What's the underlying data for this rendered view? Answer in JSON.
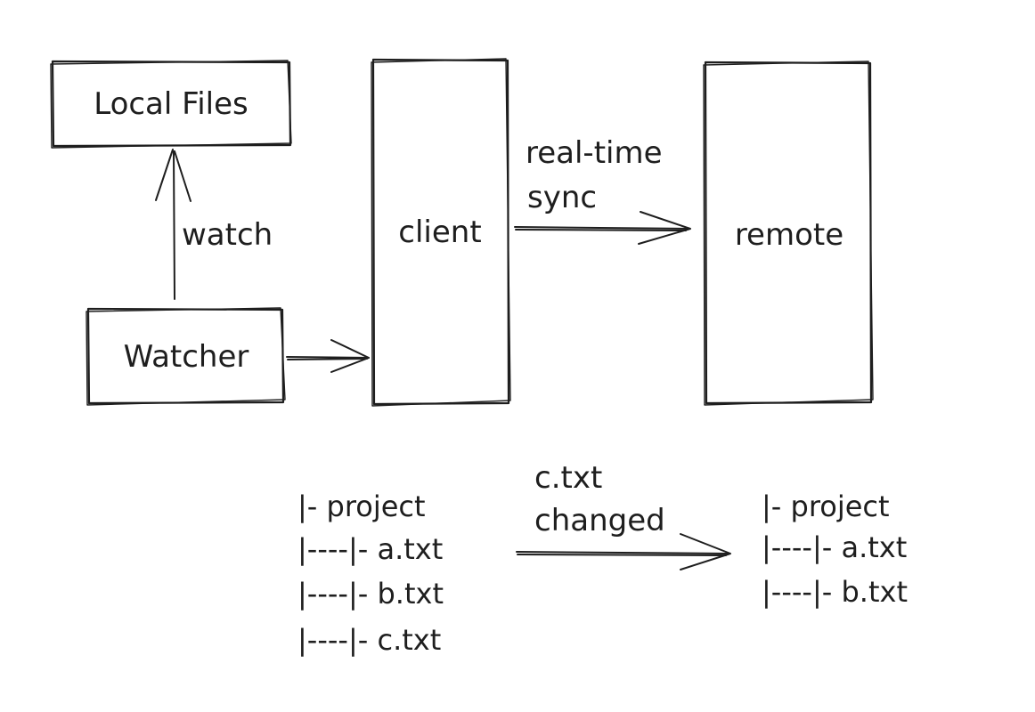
{
  "diagram": {
    "nodes": {
      "local_files": "Local Files",
      "watcher": "Watcher",
      "client": "client",
      "remote": "remote"
    },
    "edges": {
      "watch": "watch",
      "sync_line1": "real-time",
      "sync_line2": "sync"
    }
  },
  "example": {
    "change_label_line1": "c.txt",
    "change_label_line2": "changed",
    "left_tree": [
      "|- project",
      "|----|- a.txt",
      "|----|- b.txt",
      "|----|- c.txt"
    ],
    "right_tree": [
      "|- project",
      "|----|- a.txt",
      "|----|- b.txt"
    ]
  }
}
